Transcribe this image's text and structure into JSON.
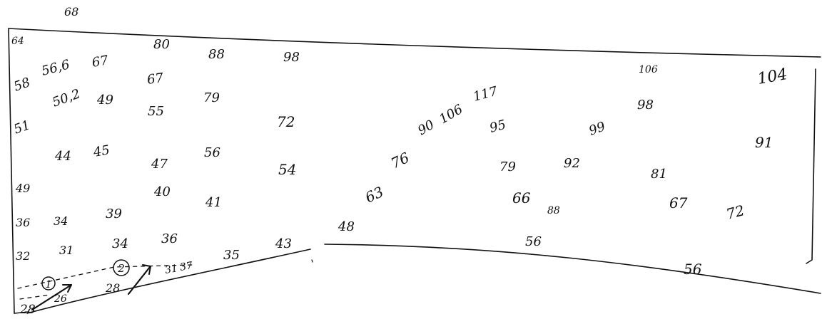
{
  "ink_color": "#111111",
  "paper_color": "#ffffff",
  "labels": [
    "68",
    "64",
    "58",
    "56,6",
    "67",
    "80",
    "88",
    "98",
    "117",
    "106",
    "104",
    "50,2",
    "49",
    "67",
    "55",
    "79",
    "72",
    "90",
    "106",
    "95",
    "99",
    "98",
    "51",
    "44",
    "45",
    "47",
    "56",
    "76",
    "79",
    "92",
    "81",
    "91",
    "49",
    "54",
    "63",
    "40",
    "41",
    "66",
    "88",
    "67",
    "72",
    "36",
    "34",
    "39",
    "36",
    "32",
    "31",
    "34",
    "35",
    "43",
    "48",
    "56",
    "56",
    "28",
    "26",
    "28",
    "31",
    "37"
  ],
  "markers": [
    "1",
    "2"
  ]
}
